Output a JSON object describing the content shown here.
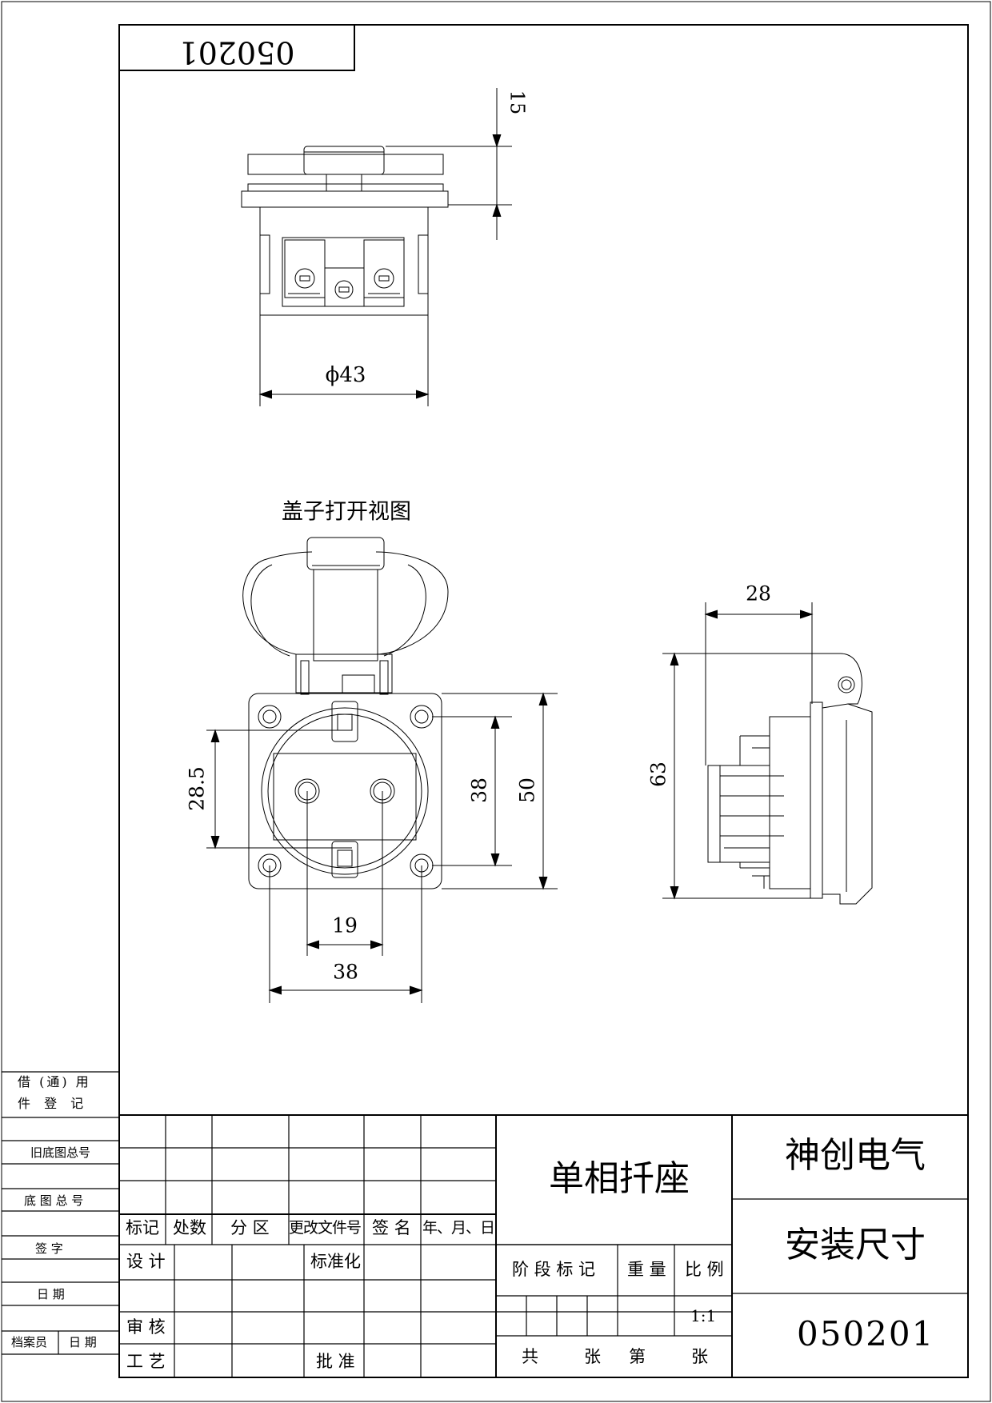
{
  "drawing_number_mirrored": "050201",
  "views": {
    "top": {
      "dim_15": "15",
      "dim_43": "ϕ43"
    },
    "front": {
      "caption": "盖子打开视图",
      "dim_28_5": "28.5",
      "dim_38_v": "38",
      "dim_50": "50",
      "dim_19": "19",
      "dim_38_h": "38"
    },
    "side": {
      "dim_28": "28",
      "dim_63": "63"
    }
  },
  "left_strip": {
    "loan_1": "借 (通) 用",
    "loan_2": "件 登 记",
    "old_base_no": "旧底图总号",
    "base_no": "底 图 总 号",
    "signature": "签   字",
    "date": "日   期",
    "archivist": "档案员",
    "archivist_date": "日 期"
  },
  "title_block": {
    "revision_headers": [
      "标记",
      "处数",
      "分 区",
      "更改文件号",
      "签 名",
      "年、月、日"
    ],
    "design": "设 计",
    "standardize": "标准化",
    "review": "审 核",
    "process": "工 艺",
    "approve": "批 准",
    "product_name": "单相扦座",
    "stage_mark": "阶 段 标 记",
    "weight": "重 量",
    "scale": "比 例",
    "scale_value": "1:1",
    "sheets": [
      "共",
      "张",
      "第",
      "张"
    ],
    "company": "神创电气",
    "drawing_title": "安装尺寸",
    "drawing_number": "050201"
  }
}
